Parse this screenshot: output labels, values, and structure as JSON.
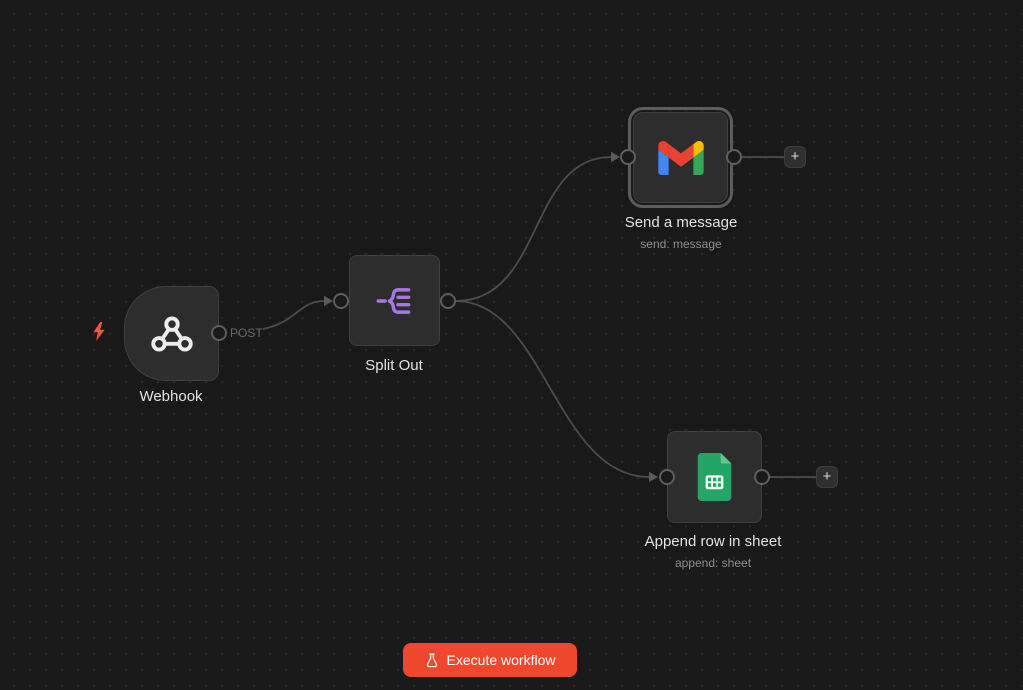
{
  "canvas": {
    "background_color": "#191919",
    "dot_color": "#282623"
  },
  "workflow": {
    "nodes": [
      {
        "name": "Webhook",
        "kind": "trigger",
        "output_port_label": "POST",
        "icon": "webhook-icon"
      },
      {
        "name": "Split Out",
        "icon": "split-out-icon",
        "accent_color": "#a678e0"
      },
      {
        "name": "Send a message",
        "subtitle": "send: message",
        "icon": "gmail-icon",
        "selected": true
      },
      {
        "name": "Append row in sheet",
        "subtitle": "append: sheet",
        "icon": "google-sheets-icon"
      }
    ],
    "connections": [
      {
        "from": "Webhook",
        "to": "Split Out"
      },
      {
        "from": "Split Out",
        "to": "Send a message"
      },
      {
        "from": "Split Out",
        "to": "Append row in sheet"
      }
    ]
  },
  "controls": {
    "execute_button": {
      "label": "Execute workflow",
      "background_color": "#f0482e",
      "icon": "flask-icon"
    },
    "add_node_button": {
      "symbol": "+"
    }
  },
  "colors": {
    "node_background": "#2d2d2e",
    "node_border": "#404040",
    "selected_ring": "#5c5c5c",
    "connection": "#4d4d4d",
    "label_primary": "#e2e2e2",
    "label_secondary": "#8f8f8f",
    "trigger_bolt": "#ea5742",
    "split_out_purple": "#a678e0",
    "gmail_blue": "#4285f4",
    "gmail_red": "#ea4335",
    "gmail_yellow": "#fbbc04",
    "gmail_green": "#34a853",
    "sheets_green": "#23a566"
  }
}
